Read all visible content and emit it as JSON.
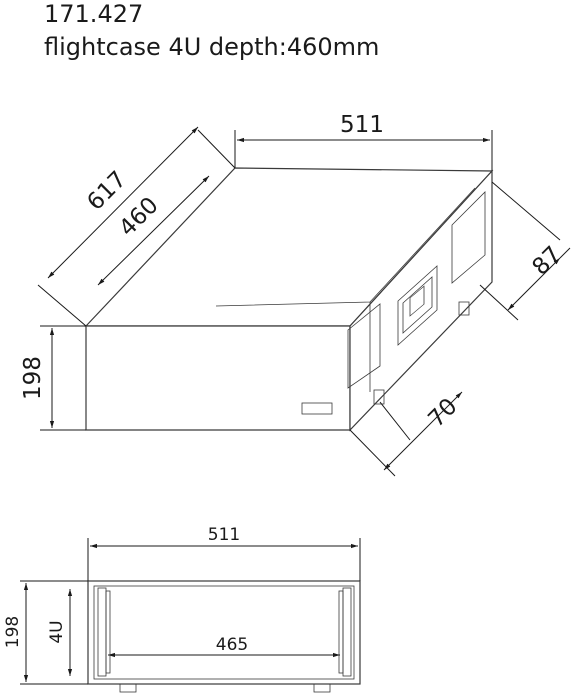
{
  "header": {
    "article_number": "171.427",
    "description": "flightcase 4U depth:460mm"
  },
  "iso_view": {
    "dims": {
      "width": "511",
      "total_depth": "617",
      "case_depth": "460",
      "height": "198",
      "side_offset": "87",
      "front_offset": "70"
    }
  },
  "front_view": {
    "dims": {
      "width": "511",
      "height": "198",
      "rack_units": "4U",
      "inner_width": "465"
    }
  }
}
